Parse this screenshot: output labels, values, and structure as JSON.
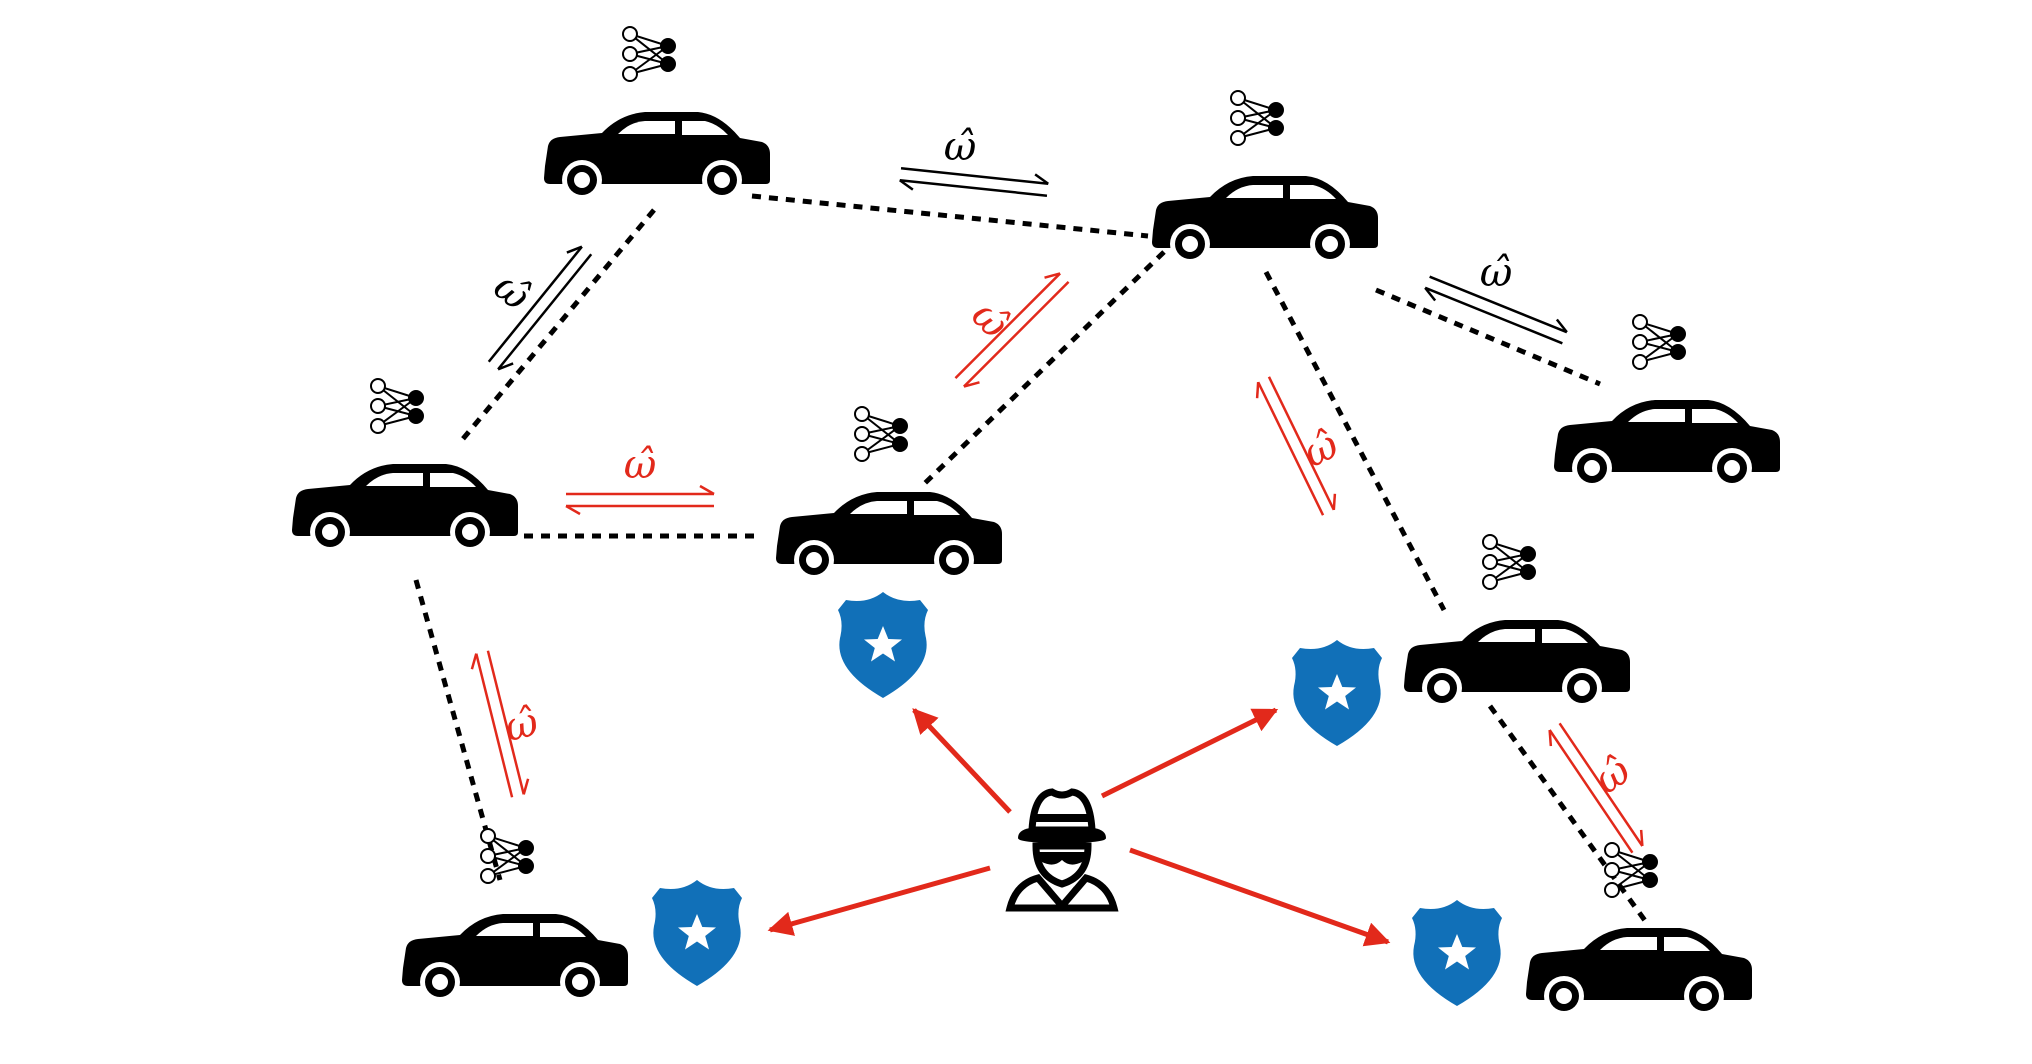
{
  "colors": {
    "vehicle": "#000000",
    "link": "#000000",
    "attack": "#e2291b",
    "shield": "#1170b8",
    "background": "#ffffff"
  },
  "icons": {
    "vehicle": "car-icon",
    "model": "neural-network-icon",
    "attacker": "spy-icon",
    "defense": "police-badge-icon"
  },
  "exchange_symbol": "ω̂",
  "vehicles": [
    {
      "id": "v1"
    },
    {
      "id": "v2"
    },
    {
      "id": "v3"
    },
    {
      "id": "v4"
    },
    {
      "id": "v5"
    },
    {
      "id": "v6"
    },
    {
      "id": "v7"
    },
    {
      "id": "v8"
    },
    {
      "id": "v9"
    }
  ],
  "links": [
    {
      "from": "v1",
      "to": "v2",
      "exchange": "benign"
    },
    {
      "from": "v1",
      "to": "v3",
      "exchange": "benign"
    },
    {
      "from": "v2",
      "to": "v4",
      "exchange": "benign"
    },
    {
      "from": "v2",
      "to": "v5",
      "exchange": "attacked"
    },
    {
      "from": "v2",
      "to": "v7",
      "exchange": "attacked"
    },
    {
      "from": "v3",
      "to": "v5",
      "exchange": "attacked"
    },
    {
      "from": "v3",
      "to": "v6",
      "exchange": "attacked"
    },
    {
      "from": "v7",
      "to": "v8",
      "exchange": "attacked"
    }
  ],
  "attack_targets": 4
}
